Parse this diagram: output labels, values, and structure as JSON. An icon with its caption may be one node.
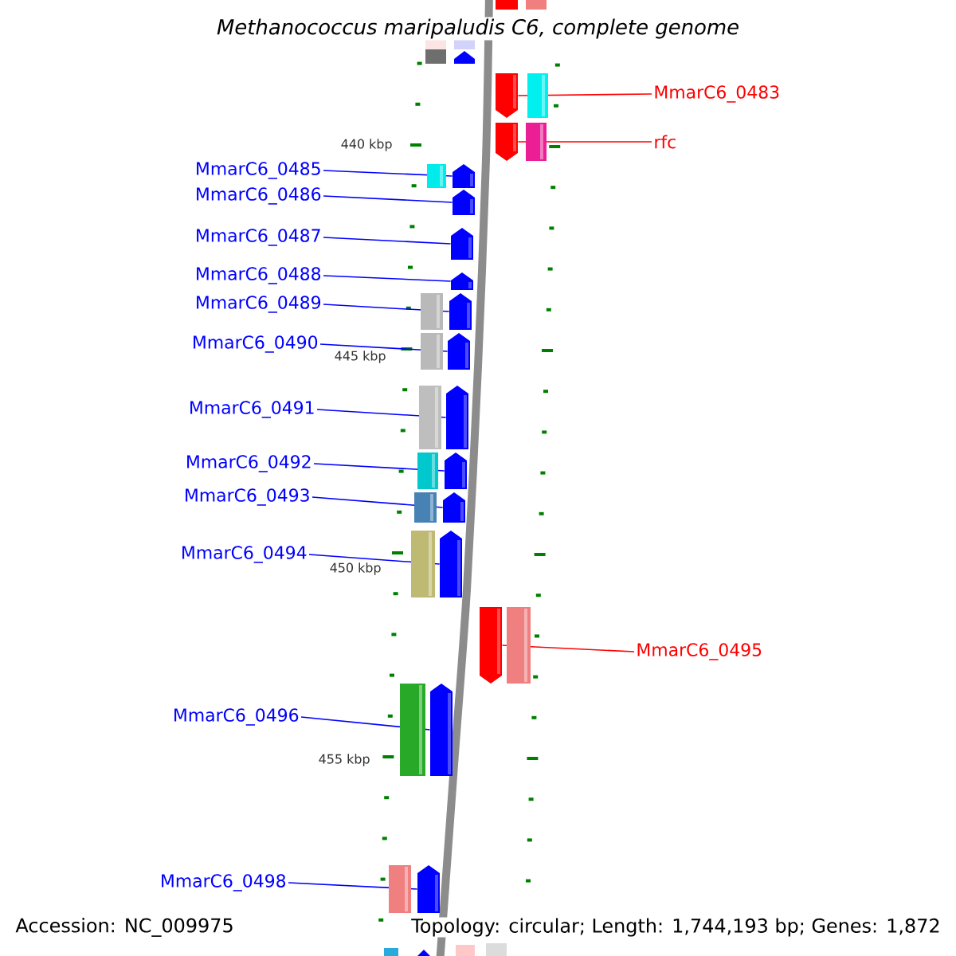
{
  "diagram": {
    "title": "Methanococcus maripaludis C6, complete genome",
    "nodes": [
      {
        "text": [
          "MmarC6_0483"
        ]
      },
      {
        "text": [],
        "shape": "arrow"
      },
      {
        "text": [
          "rfc"
        ]
      },
      {
        "text": [],
        "shape": "arrow"
      },
      {
        "text": [
          "MmarC6_0485"
        ]
      },
      {
        "text": [],
        "shape": "arrow"
      },
      {
        "text": [
          "MmarC6_0486"
        ]
      },
      {
        "text": [],
        "shape": "arrow"
      },
      {
        "text": [
          "MmarC6_0487"
        ]
      },
      {
        "text": [],
        "shape": "arrow"
      },
      {
        "text": [
          "MmarC6_0488"
        ]
      },
      {
        "text": [],
        "shape": "arrow"
      },
      {
        "text": [
          "MmarC6_0489"
        ]
      },
      {
        "text": [],
        "shape": "arrow"
      },
      {
        "text": [
          "MmarC6_0490"
        ]
      },
      {
        "text": [],
        "shape": "arrow"
      },
      {
        "text": [
          "MmarC6_0491"
        ]
      },
      {
        "text": [],
        "shape": "arrow"
      },
      {
        "text": [
          "MmarC6_0492"
        ]
      },
      {
        "text": [],
        "shape": "arrow"
      },
      {
        "text": [
          "MmarC6_0493"
        ]
      },
      {
        "text": [],
        "shape": "arrow"
      },
      {
        "text": [
          "MmarC6_0494"
        ]
      },
      {
        "text": [],
        "shape": "arrow"
      },
      {
        "text": [
          "MmarC6_0495"
        ]
      },
      {
        "text": [],
        "shape": "arrow"
      },
      {
        "text": [
          "MmarC6_0496"
        ]
      },
      {
        "text": [],
        "shape": "arrow"
      },
      {
        "text": [
          "MmarC6_0498"
        ]
      },
      {
        "text": [],
        "shape": "arrow"
      }
    ],
    "edges": [
      {
        "from": 0,
        "to": 1,
        "arrow": "none",
        "color": "#ff0000"
      },
      {
        "from": 2,
        "to": 3,
        "arrow": "none",
        "color": "#ff0000"
      },
      {
        "from": 4,
        "to": 5,
        "arrow": "none"
      },
      {
        "from": 6,
        "to": 7,
        "arrow": "none"
      },
      {
        "from": 8,
        "to": 9,
        "arrow": "none"
      },
      {
        "from": 10,
        "to": 11,
        "arrow": "none"
      },
      {
        "from": 12,
        "to": 13,
        "arrow": "none"
      },
      {
        "from": 14,
        "to": 15,
        "arrow": "none"
      },
      {
        "from": 16,
        "to": 17,
        "arrow": "none"
      },
      {
        "from": 18,
        "to": 19,
        "arrow": "none"
      },
      {
        "from": 20,
        "to": 21,
        "arrow": "none"
      },
      {
        "from": 22,
        "to": 23,
        "arrow": "none"
      },
      {
        "from": 24,
        "to": 25,
        "arrow": "none",
        "color": "#ff0000"
      },
      {
        "from": 26,
        "to": 27,
        "arrow": "none"
      },
      {
        "from": 28,
        "to": 29,
        "arrow": "none"
      }
    ],
    "labels": [
      "440 kbp",
      "445 kbp",
      "450 kbp",
      "455 kbp",
      "Accession: NC_009975",
      "Topology: circular; Length: 1,744,193 bp; Genes: 1,872"
    ]
  }
}
